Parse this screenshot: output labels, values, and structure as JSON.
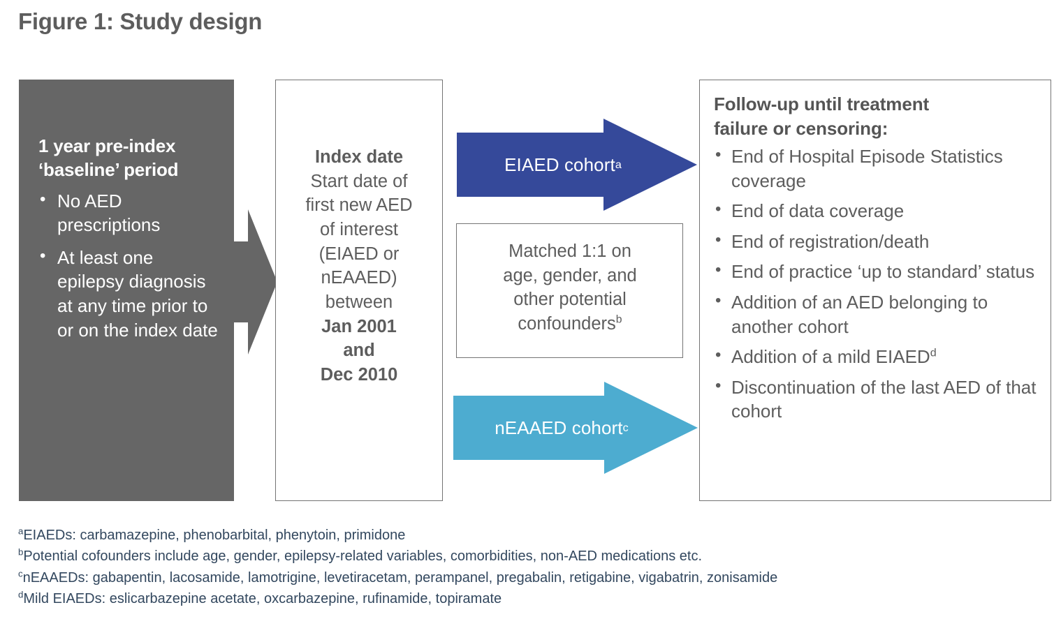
{
  "figure": {
    "title": "Figure 1: Study design"
  },
  "baseline_box": {
    "heading_line1": "1 year pre-index",
    "heading_line2": "‘baseline’ period",
    "bullets": [
      "No AED prescriptions",
      "At least one epilepsy diagnosis at any time prior to or on the index date"
    ],
    "bg_color": "#666666",
    "text_color": "#ffffff"
  },
  "index_box": {
    "heading": "Index date",
    "body_lines": [
      "Start date of",
      "first new AED",
      "of interest",
      "(EIAED or",
      "nEAAED)",
      "between"
    ],
    "bold_lines": [
      "Jan 2001",
      "and",
      "Dec 2010"
    ],
    "border_color": "#747474",
    "text_color": "#5d5d5d"
  },
  "arrows": {
    "grey_connector": {
      "name": "grey-connector-arrow",
      "color": "#666666"
    },
    "eiaed": {
      "label": "EIAED cohort",
      "superscript": "a",
      "color": "#35499a"
    },
    "neaaed": {
      "label": "nEAAED cohort",
      "superscript": "c",
      "color": "#4dacd0"
    }
  },
  "matched_box": {
    "lines": [
      "Matched 1:1 on",
      "age, gender, and",
      "other potential",
      "confounders"
    ],
    "superscript": "b",
    "border_color": "#747474",
    "text_color": "#5d5d5d"
  },
  "followup_box": {
    "heading_line1": "Follow-up until treatment",
    "heading_line2": "failure or censoring:",
    "bullets": [
      {
        "text": "End of Hospital Episode Statistics coverage",
        "sup": ""
      },
      {
        "text": "End of data coverage",
        "sup": ""
      },
      {
        "text": "End of registration/death",
        "sup": ""
      },
      {
        "text": "End of practice ‘up to standard’ status",
        "sup": ""
      },
      {
        "text": "Addition of an AED belonging to another cohort",
        "sup": ""
      },
      {
        "text": "Addition of a mild EIAED",
        "sup": "d"
      },
      {
        "text": "Discontinuation of the last AED of that cohort",
        "sup": ""
      }
    ],
    "border_color": "#747474",
    "text_color": "#5d5d5d"
  },
  "footnotes": {
    "color": "#32475e",
    "items": [
      {
        "marker": "a",
        "text": "EIAEDs: carbamazepine, phenobarbital, phenytoin, primidone"
      },
      {
        "marker": "b",
        "text": "Potential cofounders include age, gender, epilepsy-related variables, comorbidities, non-AED medications etc."
      },
      {
        "marker": "c",
        "text": "nEAAEDs: gabapentin, lacosamide, lamotrigine, levetiracetam, perampanel, pregabalin, retigabine, vigabatrin, zonisamide"
      },
      {
        "marker": "d",
        "text": "Mild EIAEDs: eslicarbazepine acetate, oxcarbazepine, rufinamide, topiramate"
      }
    ]
  }
}
